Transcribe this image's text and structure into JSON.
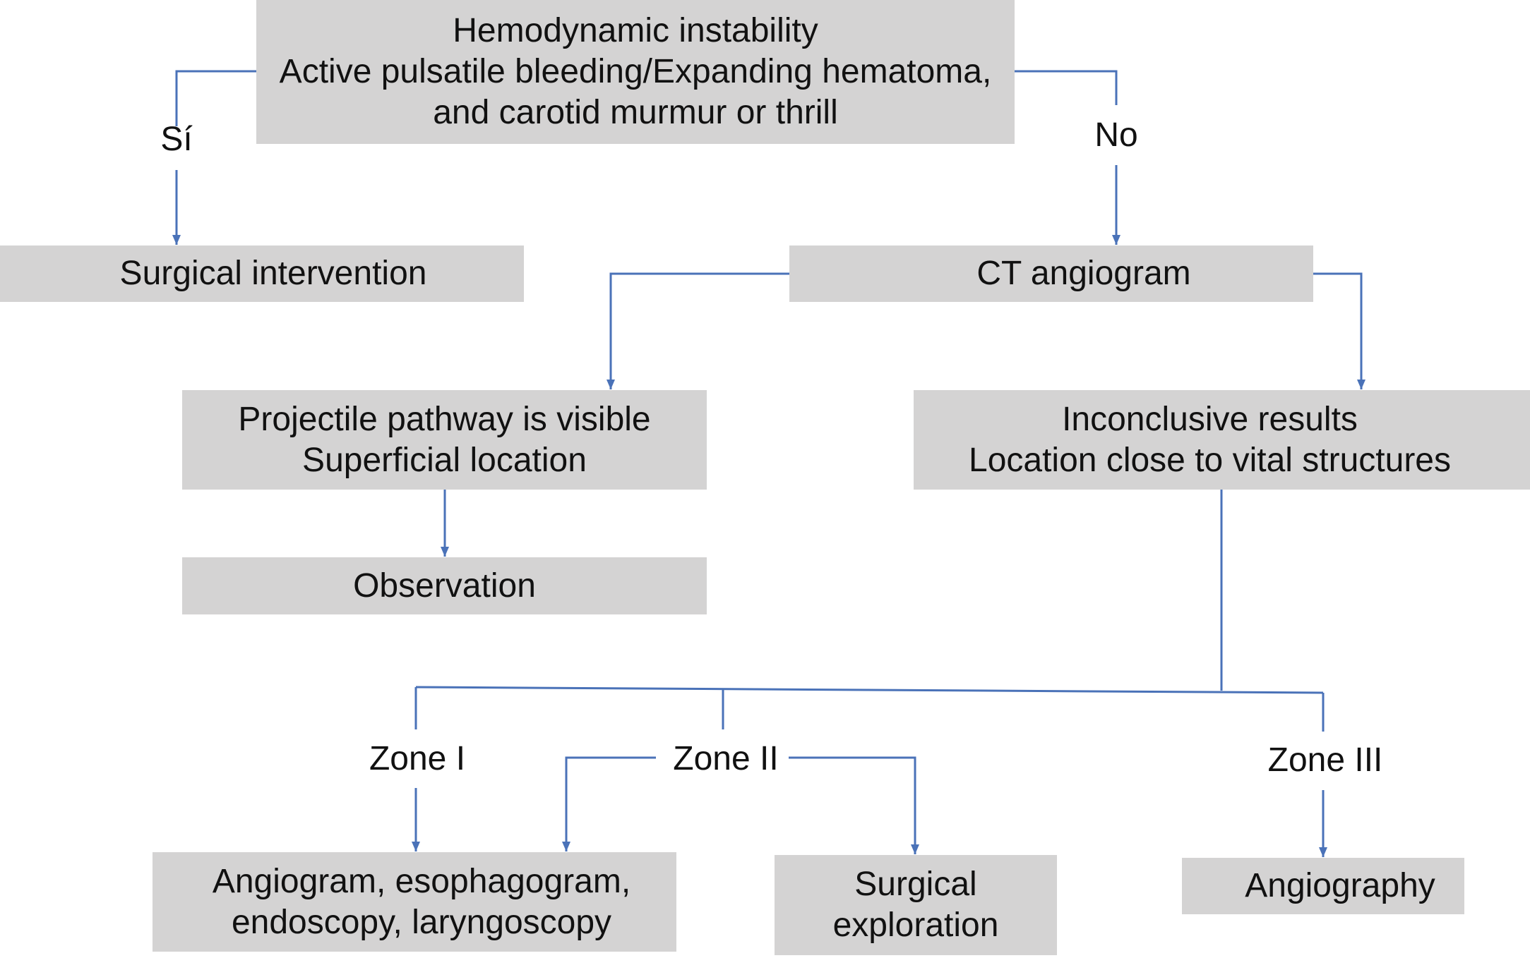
{
  "nodes": {
    "start": {
      "lines": [
        "Hemodynamic instability",
        "Active pulsatile bleeding/Expanding hematoma,",
        "and carotid murmur or thrill"
      ]
    },
    "surgical_intervention": {
      "lines": [
        "Surgical intervention"
      ]
    },
    "ct_angiogram": {
      "lines": [
        "CT angiogram"
      ]
    },
    "projectile": {
      "lines": [
        "Projectile pathway is visible",
        "Superficial location"
      ]
    },
    "observation": {
      "lines": [
        "Observation"
      ]
    },
    "inconclusive": {
      "lines": [
        "Inconclusive results",
        "Location close to vital structures"
      ]
    },
    "zone1_tests": {
      "lines": [
        "Angiogram, esophagogram,",
        "endoscopy, laryngoscopy"
      ]
    },
    "surgical_exploration": {
      "lines": [
        "Surgical",
        "exploration"
      ]
    },
    "angiography": {
      "lines": [
        "Angiography"
      ]
    }
  },
  "edge_labels": {
    "yes": "Sí",
    "no": "No",
    "zone1": "Zone I",
    "zone2": "Zone II",
    "zone3": "Zone III"
  },
  "colors": {
    "box": "#d4d3d3",
    "connector": "#4a72b8",
    "text": "#111111"
  }
}
